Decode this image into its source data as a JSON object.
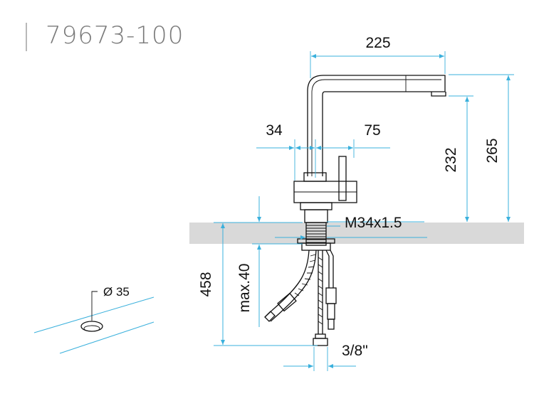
{
  "model_number": "79673-100",
  "dimensions": {
    "spout_reach": "225",
    "body_to_axis": "34",
    "axis_to_handle": "75",
    "spout_height": "232",
    "total_height": "265",
    "thread": "M34x1.5",
    "hose_length": "458",
    "max_countertop": "max.40",
    "connection": "3/8\"",
    "hole_diameter": "Ø 35"
  },
  "colors": {
    "dimension_line": "#3ab0dc",
    "outline": "#111111",
    "countertop": "#d9d9d9",
    "title": "#7a7a7a"
  }
}
